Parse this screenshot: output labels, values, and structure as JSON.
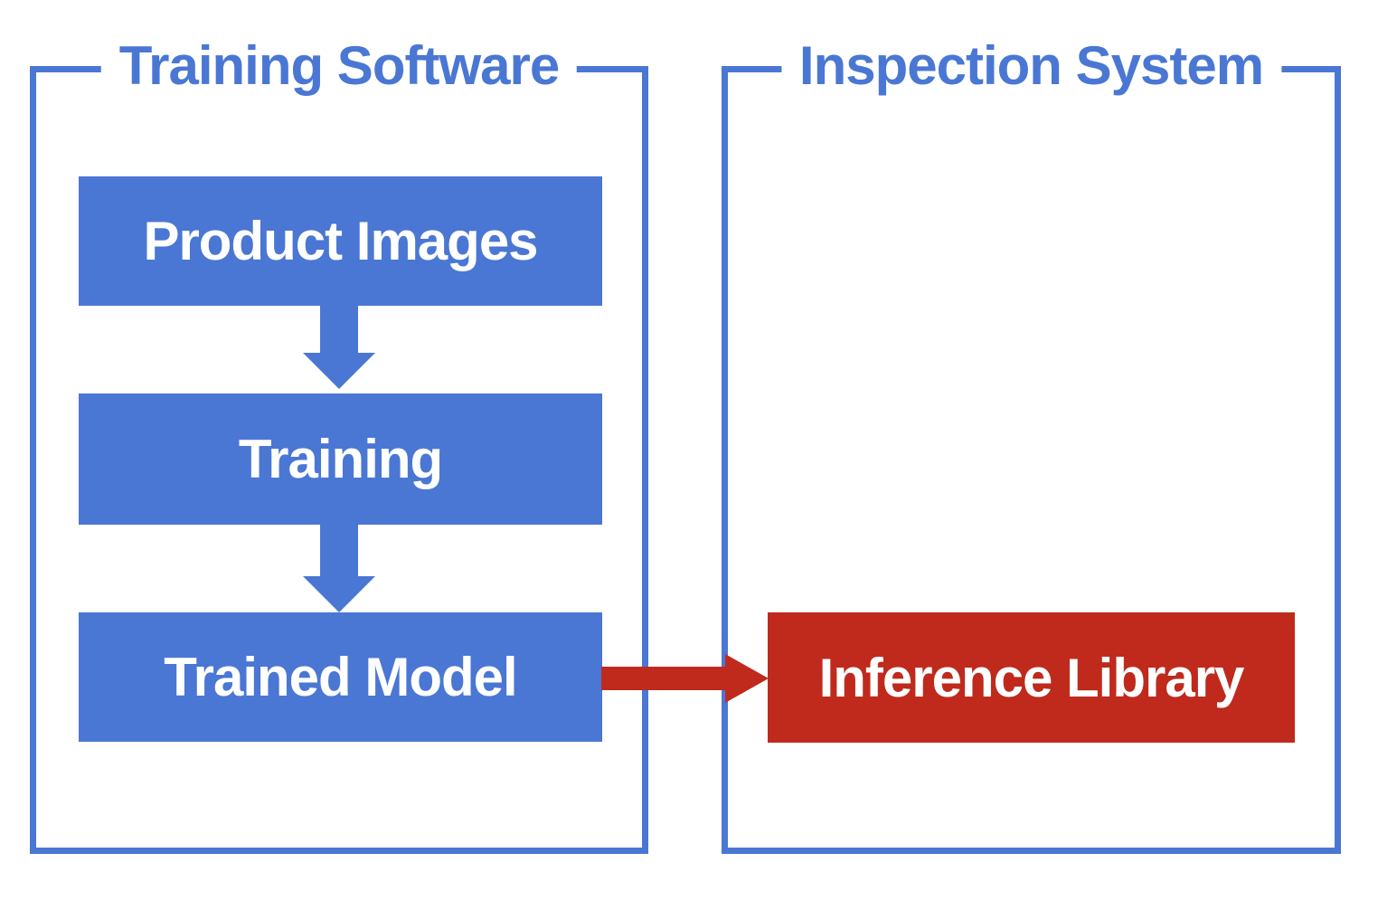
{
  "diagram": {
    "colors": {
      "blue": "#4A77D4",
      "red": "#BF2A1D",
      "text_on_box": "#FFFFFF",
      "background": "#FFFFFF"
    },
    "containers": [
      {
        "id": "training-software",
        "title": "Training Software"
      },
      {
        "id": "inspection-system",
        "title": "Inspection System"
      }
    ],
    "nodes": [
      {
        "id": "product-images",
        "label": "Product Images",
        "container": "training-software",
        "color": "blue"
      },
      {
        "id": "training",
        "label": "Training",
        "container": "training-software",
        "color": "blue"
      },
      {
        "id": "trained-model",
        "label": "Trained Model",
        "container": "training-software",
        "color": "blue"
      },
      {
        "id": "inference-library",
        "label": "Inference Library",
        "container": "inspection-system",
        "color": "red"
      }
    ],
    "edges": [
      {
        "from": "product-images",
        "to": "training",
        "direction": "down",
        "color": "blue"
      },
      {
        "from": "training",
        "to": "trained-model",
        "direction": "down",
        "color": "blue"
      },
      {
        "from": "trained-model",
        "to": "inference-library",
        "direction": "right",
        "color": "red"
      }
    ]
  }
}
